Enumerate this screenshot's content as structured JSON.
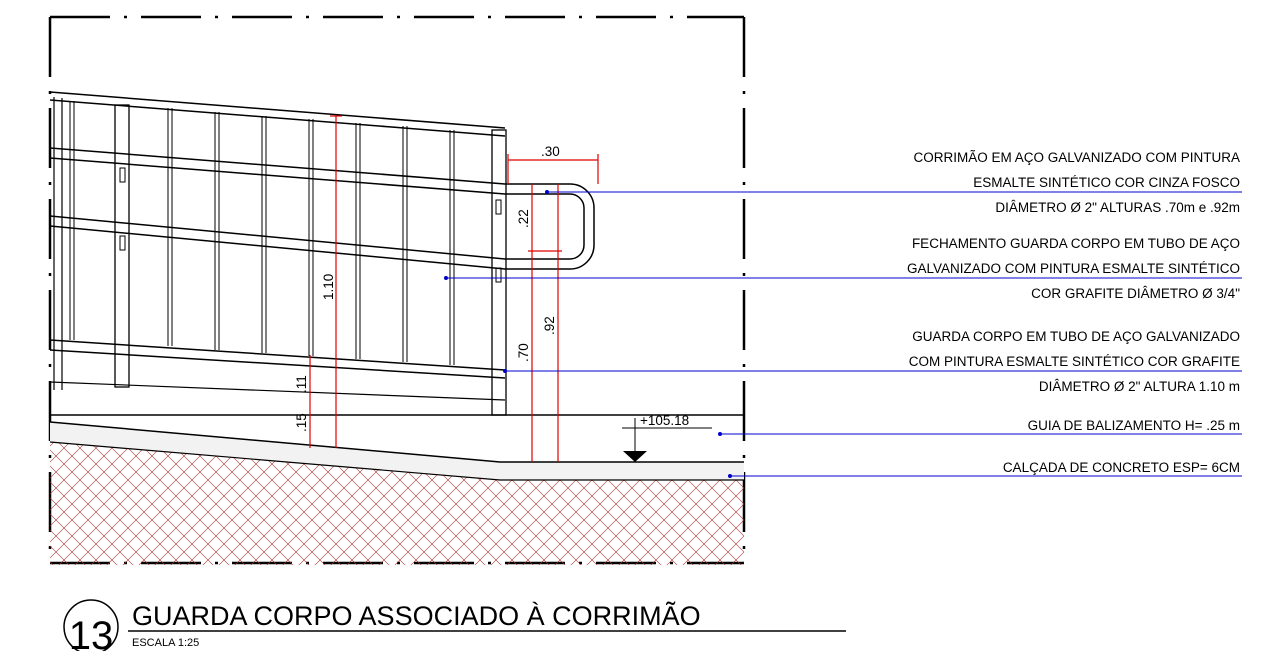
{
  "title": {
    "number": "13",
    "text": "GUARDA CORPO ASSOCIADO À CORRIMÃO",
    "scale": "ESCALA 1:25"
  },
  "dimensions": {
    "handrail_projection": ".30",
    "rail_spacing": ".22",
    "guard_height": "1.10",
    "upper_rail_height": ".92",
    "lower_rail_height": ".70",
    "curb_top": ".11",
    "curb_bottom": ".15",
    "level": "+105.18"
  },
  "notes": [
    {
      "lines": [
        "CORRIMÃO EM AÇO GALVANIZADO COM PINTURA",
        "ESMALTE SINTÉTICO COR CINZA FOSCO",
        "DIÂMETRO Ø 2\" ALTURAS .70m e .92m"
      ]
    },
    {
      "lines": [
        "FECHAMENTO GUARDA CORPO EM TUBO DE AÇO",
        "GALVANIZADO COM PINTURA ESMALTE SINTÉTICO",
        "COR GRAFITE DIÂMETRO Ø 3/4\""
      ]
    },
    {
      "lines": [
        "GUARDA CORPO EM TUBO DE AÇO GALVANIZADO",
        "COM PINTURA ESMALTE SINTÉTICO COR GRAFITE",
        "DIÂMETRO Ø 2\" ALTURA 1.10 m"
      ]
    },
    {
      "lines": [
        "GUIA DE BALIZAMENTO H= .25 m"
      ]
    },
    {
      "lines": [
        "CALÇADA DE CONCRETO  ESP= 6CM"
      ]
    }
  ],
  "colors": {
    "dimension": "#e00000",
    "leader": "#0000cc",
    "hatch": "#b03030",
    "lines": "#000000"
  }
}
